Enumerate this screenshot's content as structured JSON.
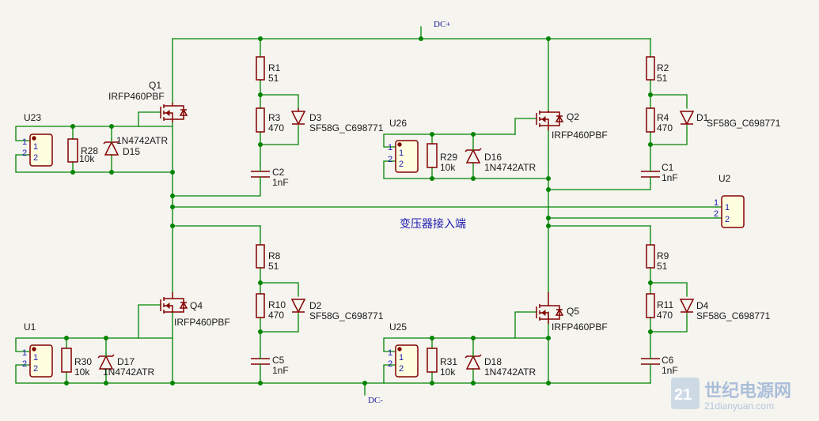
{
  "nets": {
    "dc_plus": "DC+",
    "dc_minus": "DC-",
    "transformer": "变压器接入端"
  },
  "mosfets": [
    {
      "ref": "Q1",
      "value": "IRFP460PBF"
    },
    {
      "ref": "Q2",
      "value": "IRFP460PBF"
    },
    {
      "ref": "Q4",
      "value": "IRFP460PBF"
    },
    {
      "ref": "Q5",
      "value": "IRFP460PBF"
    }
  ],
  "resistors": [
    {
      "ref": "R1",
      "value": "51"
    },
    {
      "ref": "R3",
      "value": "470"
    },
    {
      "ref": "R2",
      "value": "51"
    },
    {
      "ref": "R4",
      "value": "470"
    },
    {
      "ref": "R8",
      "value": "51"
    },
    {
      "ref": "R10",
      "value": "470"
    },
    {
      "ref": "R9",
      "value": "51"
    },
    {
      "ref": "R11",
      "value": "470"
    },
    {
      "ref": "R28",
      "value": "10k"
    },
    {
      "ref": "R29",
      "value": "10k"
    },
    {
      "ref": "R30",
      "value": "10k"
    },
    {
      "ref": "R31",
      "value": "10k"
    }
  ],
  "capacitors": [
    {
      "ref": "C2",
      "value": "1nF"
    },
    {
      "ref": "C1",
      "value": "1nF"
    },
    {
      "ref": "C5",
      "value": "1nF"
    },
    {
      "ref": "C6",
      "value": "1nF"
    }
  ],
  "diodes": [
    {
      "ref": "D3",
      "value": "SF58G_C698771"
    },
    {
      "ref": "D1",
      "value": "SF58G_C698771"
    },
    {
      "ref": "D2",
      "value": "SF58G_C698771"
    },
    {
      "ref": "D4",
      "value": "SF58G_C698771"
    }
  ],
  "zeners": [
    {
      "ref": "D15",
      "value": "1N4742ATR"
    },
    {
      "ref": "D16",
      "value": "1N4742ATR"
    },
    {
      "ref": "D17",
      "value": "1N4742ATR"
    },
    {
      "ref": "D18",
      "value": "1N4742ATR"
    }
  ],
  "connectors": [
    {
      "ref": "U23",
      "pin1": "1",
      "pin2": "2",
      "num1": "1",
      "num2": "2"
    },
    {
      "ref": "U26",
      "pin1": "1",
      "pin2": "2",
      "num1": "1",
      "num2": "2"
    },
    {
      "ref": "U1",
      "pin1": "1",
      "pin2": "2",
      "num1": "1",
      "num2": "2"
    },
    {
      "ref": "U25",
      "pin1": "1",
      "pin2": "2",
      "num1": "1",
      "num2": "2"
    },
    {
      "ref": "U2",
      "pin1": "1",
      "pin2": "2",
      "num1": "1",
      "num2": "2"
    }
  ],
  "watermark": {
    "logo": "21",
    "site": "世纪电源网",
    "url": "21dianyuan.com"
  },
  "colors": {
    "wire": "#008400",
    "part": "#840000",
    "connector_fill": "#ffffe0",
    "label": "#1a1ab0"
  }
}
